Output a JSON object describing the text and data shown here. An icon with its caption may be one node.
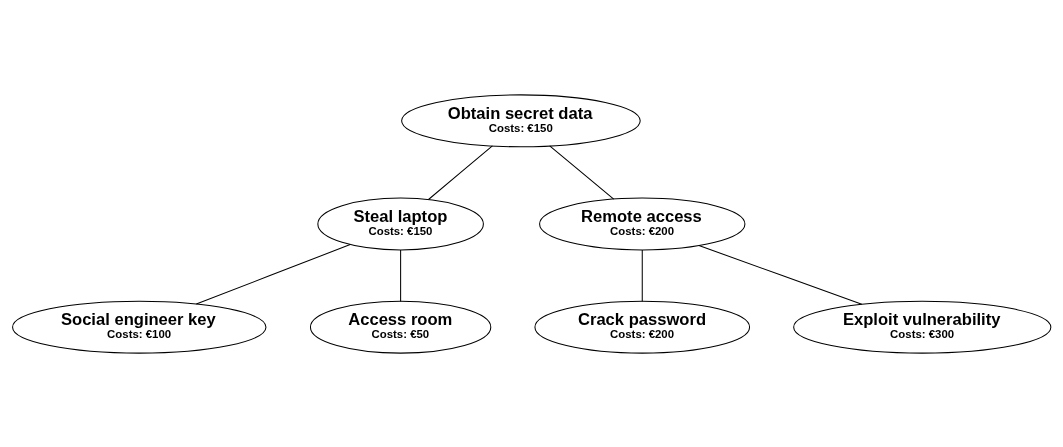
{
  "diagram": {
    "nodes": [
      {
        "text": [
          "Obtain secret data",
          "Costs: €150"
        ]
      },
      {
        "text": [
          "Steal laptop",
          "Costs: €150"
        ]
      },
      {
        "text": [
          "Remote access",
          "Costs: €200"
        ]
      },
      {
        "text": [
          "Social engineer key",
          "Costs: €100"
        ]
      },
      {
        "text": [
          "Access room",
          "Costs: €50"
        ]
      },
      {
        "text": [
          "Crack password",
          "Costs: €200"
        ]
      },
      {
        "text": [
          "Exploit vulnerability",
          "Costs: €300"
        ]
      }
    ],
    "edges": [
      {
        "from": 0,
        "to": 1,
        "arrow": "none"
      },
      {
        "from": 0,
        "to": 2,
        "arrow": "none"
      },
      {
        "from": 1,
        "to": 3,
        "arrow": "none"
      },
      {
        "from": 1,
        "to": 4,
        "arrow": "none"
      },
      {
        "from": 2,
        "to": 5,
        "arrow": "none"
      },
      {
        "from": 2,
        "to": 6,
        "arrow": "none"
      }
    ]
  }
}
